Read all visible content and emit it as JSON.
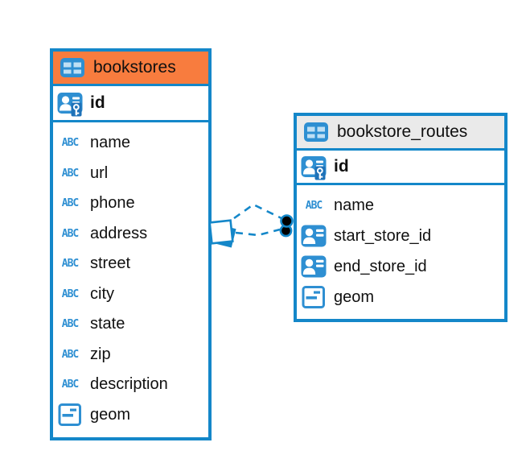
{
  "colors": {
    "accent_blue": "#1487C9",
    "icon_blue": "#2E8FD2",
    "orange_header": "#F87C3E",
    "gray_header": "#EAEAEA",
    "line_blue": "#1487C9",
    "dot_black": "#000000",
    "background": "#FFFFFF"
  },
  "icons": {
    "text_type_glyph": "ABC"
  },
  "diagram": {
    "tables": [
      {
        "name": "bookstores",
        "header_style": "orange",
        "primary_key": {
          "name": "id",
          "type": "primary-key"
        },
        "columns": [
          {
            "name": "name",
            "type": "text"
          },
          {
            "name": "url",
            "type": "text"
          },
          {
            "name": "phone",
            "type": "text"
          },
          {
            "name": "address",
            "type": "text"
          },
          {
            "name": "street",
            "type": "text"
          },
          {
            "name": "city",
            "type": "text"
          },
          {
            "name": "state",
            "type": "text"
          },
          {
            "name": "zip",
            "type": "text"
          },
          {
            "name": "description",
            "type": "text"
          },
          {
            "name": "geom",
            "type": "geometry"
          }
        ]
      },
      {
        "name": "bookstore_routes",
        "header_style": "gray",
        "primary_key": {
          "name": "id",
          "type": "primary-key"
        },
        "columns": [
          {
            "name": "name",
            "type": "text"
          },
          {
            "name": "start_store_id",
            "type": "reference"
          },
          {
            "name": "end_store_id",
            "type": "reference"
          },
          {
            "name": "geom",
            "type": "geometry"
          }
        ]
      }
    ],
    "relationships": [
      {
        "from_table": "bookstore_routes",
        "from_column": "start_store_id",
        "to_table": "bookstores",
        "to_column": "id",
        "line_style": "dashed"
      },
      {
        "from_table": "bookstore_routes",
        "from_column": "end_store_id",
        "to_table": "bookstores",
        "to_column": "id",
        "line_style": "dashed"
      }
    ]
  }
}
